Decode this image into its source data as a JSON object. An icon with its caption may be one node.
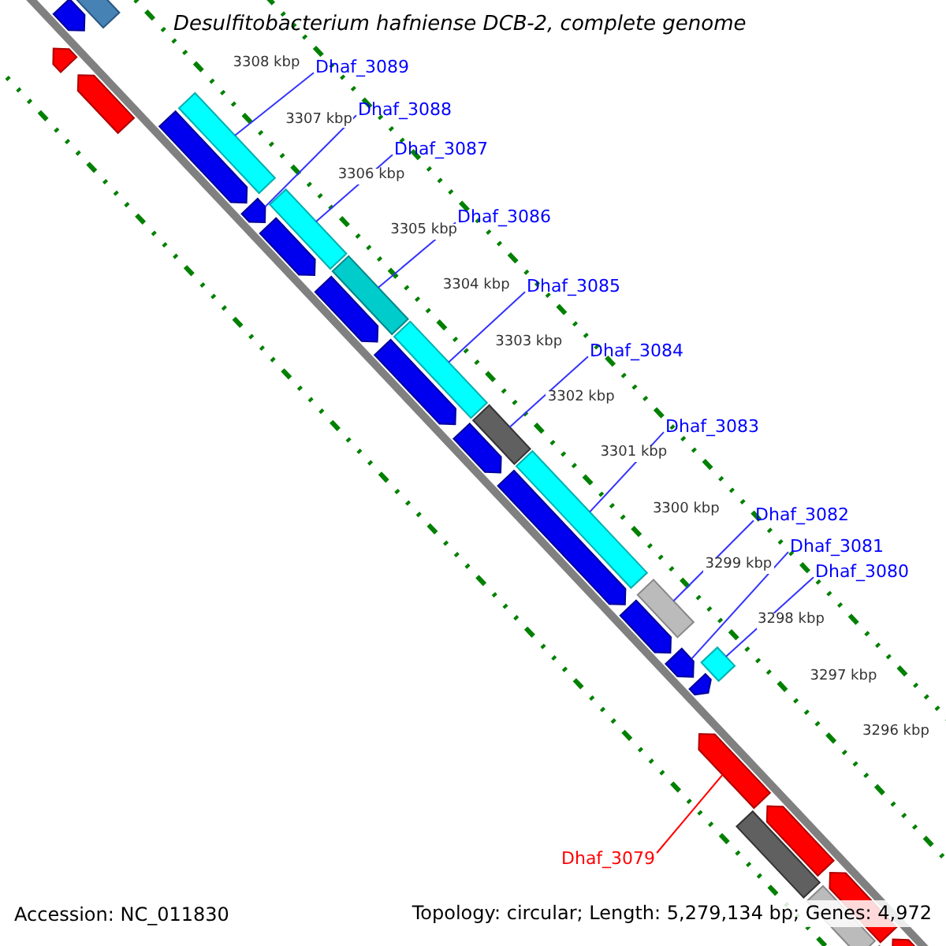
{
  "diagram": {
    "title": "Desulfitobacterium hafniense DCB-2, complete genome",
    "nodes": [
      {
        "text": [
          "Dhaf_3089"
        ]
      },
      {
        "text": [
          "Dhaf_3088"
        ]
      },
      {
        "text": [
          "Dhaf_3087"
        ]
      },
      {
        "text": [
          "Dhaf_3086"
        ]
      },
      {
        "text": [
          "Dhaf_3085"
        ]
      },
      {
        "text": [
          "Dhaf_3084"
        ]
      },
      {
        "text": [
          "Dhaf_3083"
        ]
      },
      {
        "text": [
          "Dhaf_3082"
        ]
      },
      {
        "text": [
          "Dhaf_3081"
        ]
      },
      {
        "text": [
          "Dhaf_3080"
        ]
      },
      {
        "text": [
          "Dhaf_3079"
        ]
      },
      {
        "text": [],
        "shape": "bar"
      },
      {
        "text": [],
        "shape": "bar"
      },
      {
        "text": [],
        "shape": "bar"
      },
      {
        "text": [],
        "shape": "bar"
      },
      {
        "text": [],
        "shape": "bar"
      },
      {
        "text": [],
        "shape": "bar"
      },
      {
        "text": [],
        "shape": "bar"
      },
      {
        "text": [],
        "shape": "bar"
      },
      {
        "text": [],
        "shape": "bar"
      },
      {
        "text": [],
        "shape": "bar"
      },
      {
        "text": [],
        "shape": "bar"
      },
      {
        "text": [],
        "shape": "bar"
      },
      {
        "text": [],
        "shape": "bar"
      },
      {
        "text": [],
        "shape": "bar"
      },
      {
        "text": [],
        "shape": "bar"
      },
      {
        "text": [],
        "shape": "bar"
      },
      {
        "text": [],
        "shape": "bar"
      },
      {
        "text": [],
        "shape": "bar"
      },
      {
        "text": [],
        "shape": "bar"
      },
      {
        "text": [],
        "shape": "bar"
      },
      {
        "text": [],
        "shape": "bar"
      },
      {
        "text": [],
        "shape": "bar"
      },
      {
        "text": [],
        "shape": "bar"
      },
      {
        "text": [],
        "shape": "bar"
      },
      {
        "text": [],
        "shape": "bar"
      },
      {
        "text": [],
        "shape": "bar"
      },
      {
        "text": [],
        "shape": "bar"
      },
      {
        "text": [],
        "shape": "bar"
      },
      {
        "text": [],
        "shape": "bar"
      }
    ],
    "edges": [
      {
        "from": 0,
        "to": 16,
        "arrow": "none"
      },
      {
        "from": 1,
        "to": 17,
        "arrow": "none"
      },
      {
        "from": 2,
        "to": 18,
        "arrow": "none"
      },
      {
        "from": 3,
        "to": 20,
        "arrow": "none"
      },
      {
        "from": 4,
        "to": 23,
        "arrow": "none"
      },
      {
        "from": 5,
        "to": 25,
        "arrow": "none"
      },
      {
        "from": 6,
        "to": 26,
        "arrow": "none"
      },
      {
        "from": 7,
        "to": 28,
        "arrow": "none"
      },
      {
        "from": 8,
        "to": 30,
        "arrow": "none"
      },
      {
        "from": 9,
        "to": 31,
        "arrow": "none"
      },
      {
        "from": 10,
        "to": 33,
        "arrow": "none",
        "color": "#ff0000"
      }
    ],
    "labels": [
      "3308 kbp",
      "3307 kbp",
      "3306 kbp",
      "3305 kbp",
      "3304 kbp",
      "3303 kbp",
      "3302 kbp",
      "3301 kbp",
      "3300 kbp",
      "3299 kbp",
      "3298 kbp",
      "3297 kbp",
      "3296 kbp",
      "Accession: NC_011830",
      "Topology: circular; Length: 5,279,134 bp; Genes: 4,972"
    ]
  }
}
